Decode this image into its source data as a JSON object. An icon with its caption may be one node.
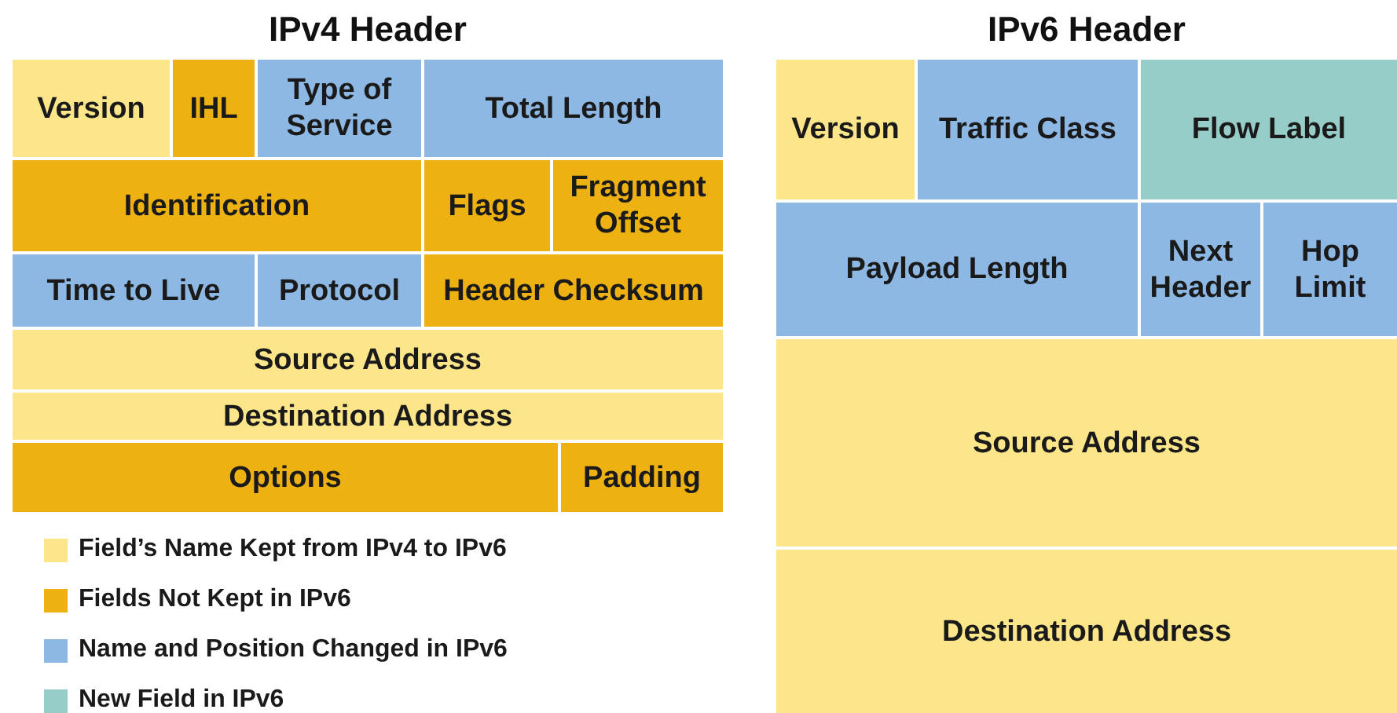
{
  "diagram": {
    "nodes": [
      {
        "text": [
          "Version"
        ]
      },
      {
        "text": [
          "IHL"
        ]
      },
      {
        "text": [
          "Type of Service"
        ]
      },
      {
        "text": [
          "Total Length"
        ]
      },
      {
        "text": [
          "Identification"
        ]
      },
      {
        "text": [
          "Flags"
        ]
      },
      {
        "text": [
          "Fragment Offset"
        ]
      },
      {
        "text": [
          "Time to Live"
        ]
      },
      {
        "text": [
          "Protocol"
        ]
      },
      {
        "text": [
          "Header Checksum"
        ]
      },
      {
        "text": [
          "Source Address"
        ]
      },
      {
        "text": [
          "Destination Address"
        ]
      },
      {
        "text": [
          "Options"
        ]
      },
      {
        "text": [
          "Padding"
        ]
      },
      {
        "text": [
          "Version"
        ]
      },
      {
        "text": [
          "Traffic Class"
        ]
      },
      {
        "text": [
          "Flow Label"
        ]
      },
      {
        "text": [
          "Payload Length"
        ]
      },
      {
        "text": [
          "Next Header"
        ]
      },
      {
        "text": [
          "Hop Limit"
        ]
      },
      {
        "text": [
          "Source Address"
        ]
      },
      {
        "text": [
          "Destination Address"
        ]
      }
    ],
    "edges": [],
    "labels": [
      "IPv4 Header",
      "IPv6 Header"
    ],
    "legend": [
      {
        "text": "Field’s Name Kept from IPv4 to IPv6",
        "color": "#fde58a"
      },
      {
        "text": "Fields Not Kept in IPv6",
        "color": "#edb112"
      },
      {
        "text": "Name and Position Changed in IPv6",
        "color": "#8db8e4"
      },
      {
        "text": "New Field in IPv6",
        "color": "#97cdc8"
      }
    ]
  }
}
